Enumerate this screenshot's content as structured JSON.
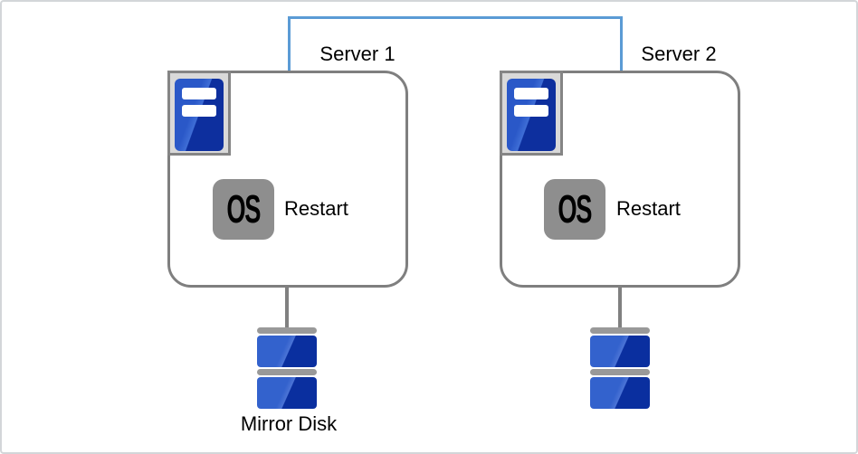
{
  "diagram_type": "failover-cluster-architecture",
  "colors": {
    "canvas_border_gray": "#d3d6d9",
    "interconnect_blue": "#5b9bd5",
    "box_border_gray": "#7f7f7f",
    "icon_tray_gray": "#d9d9d9",
    "icon_tray_border": "#858585",
    "tower_blue_light": "#2a58c8",
    "tower_blue_glare": "#3f6ed6",
    "tower_blue_dark": "#0d2f9e",
    "os_badge_gray": "#8e8e8e",
    "connector_gray": "#808080",
    "disk_platter_gray": "#999999",
    "disk_blue_light": "#3362cd",
    "disk_blue_glare": "#4b74d6",
    "disk_blue_dark": "#0a2f9f"
  },
  "interconnect": {
    "icon": "connector-line"
  },
  "servers": [
    {
      "label": "Server 1",
      "os_badge": "OS",
      "action": "Restart",
      "icon": "server-tower-icon"
    },
    {
      "label": "Server 2",
      "os_badge": "OS",
      "action": "Restart",
      "icon": "server-tower-icon"
    }
  ],
  "disks": [
    {
      "label": "Mirror Disk",
      "icon": "stacked-disk-icon"
    },
    {
      "label": "",
      "icon": "stacked-disk-icon"
    }
  ]
}
